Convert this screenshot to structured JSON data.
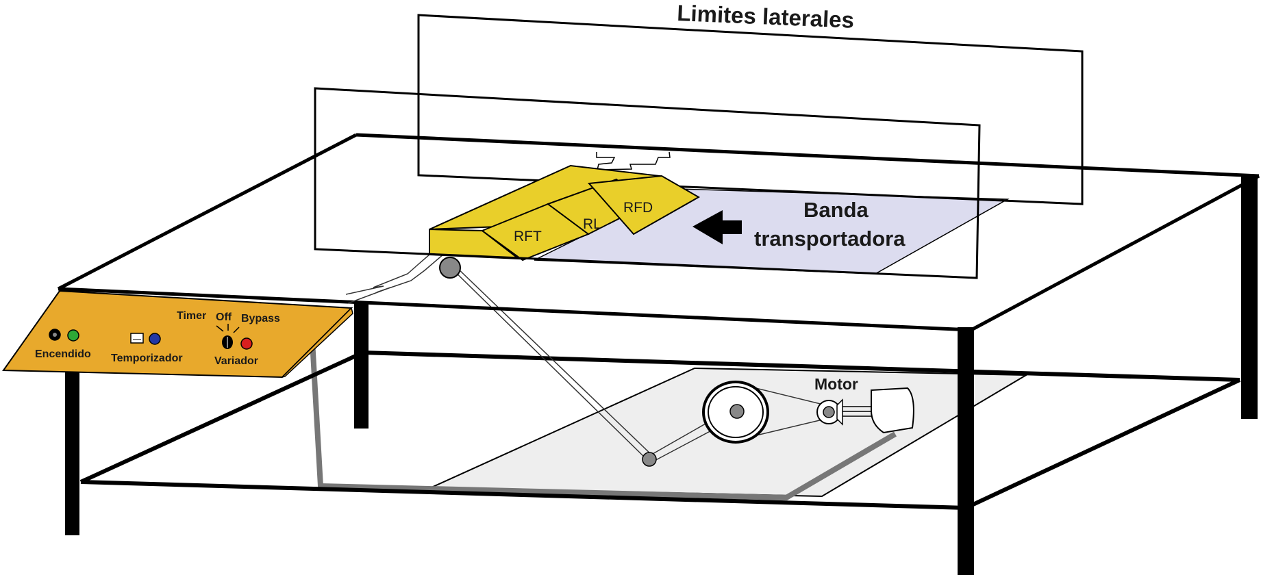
{
  "labels": {
    "side_limits": "Limites laterales",
    "conveyor_line1": "Banda",
    "conveyor_line2": "transportadora",
    "motor": "Motor",
    "rft": "RFT",
    "rl": "RL",
    "rfd": "RFD"
  },
  "panel": {
    "timer": "Timer",
    "off": "Off",
    "bypass": "Bypass",
    "encendido": "Encendido",
    "temporizador": "Temporizador",
    "variador": "Variador"
  },
  "colors": {
    "panel_fill": "#e8a92c",
    "piece_fill": "#e9cf2a",
    "belt_fill": "#dcdcef",
    "lower_plate": "#ececec",
    "led_green": "#2ea836",
    "led_blue": "#2338a5",
    "led_red": "#d91f1f"
  }
}
